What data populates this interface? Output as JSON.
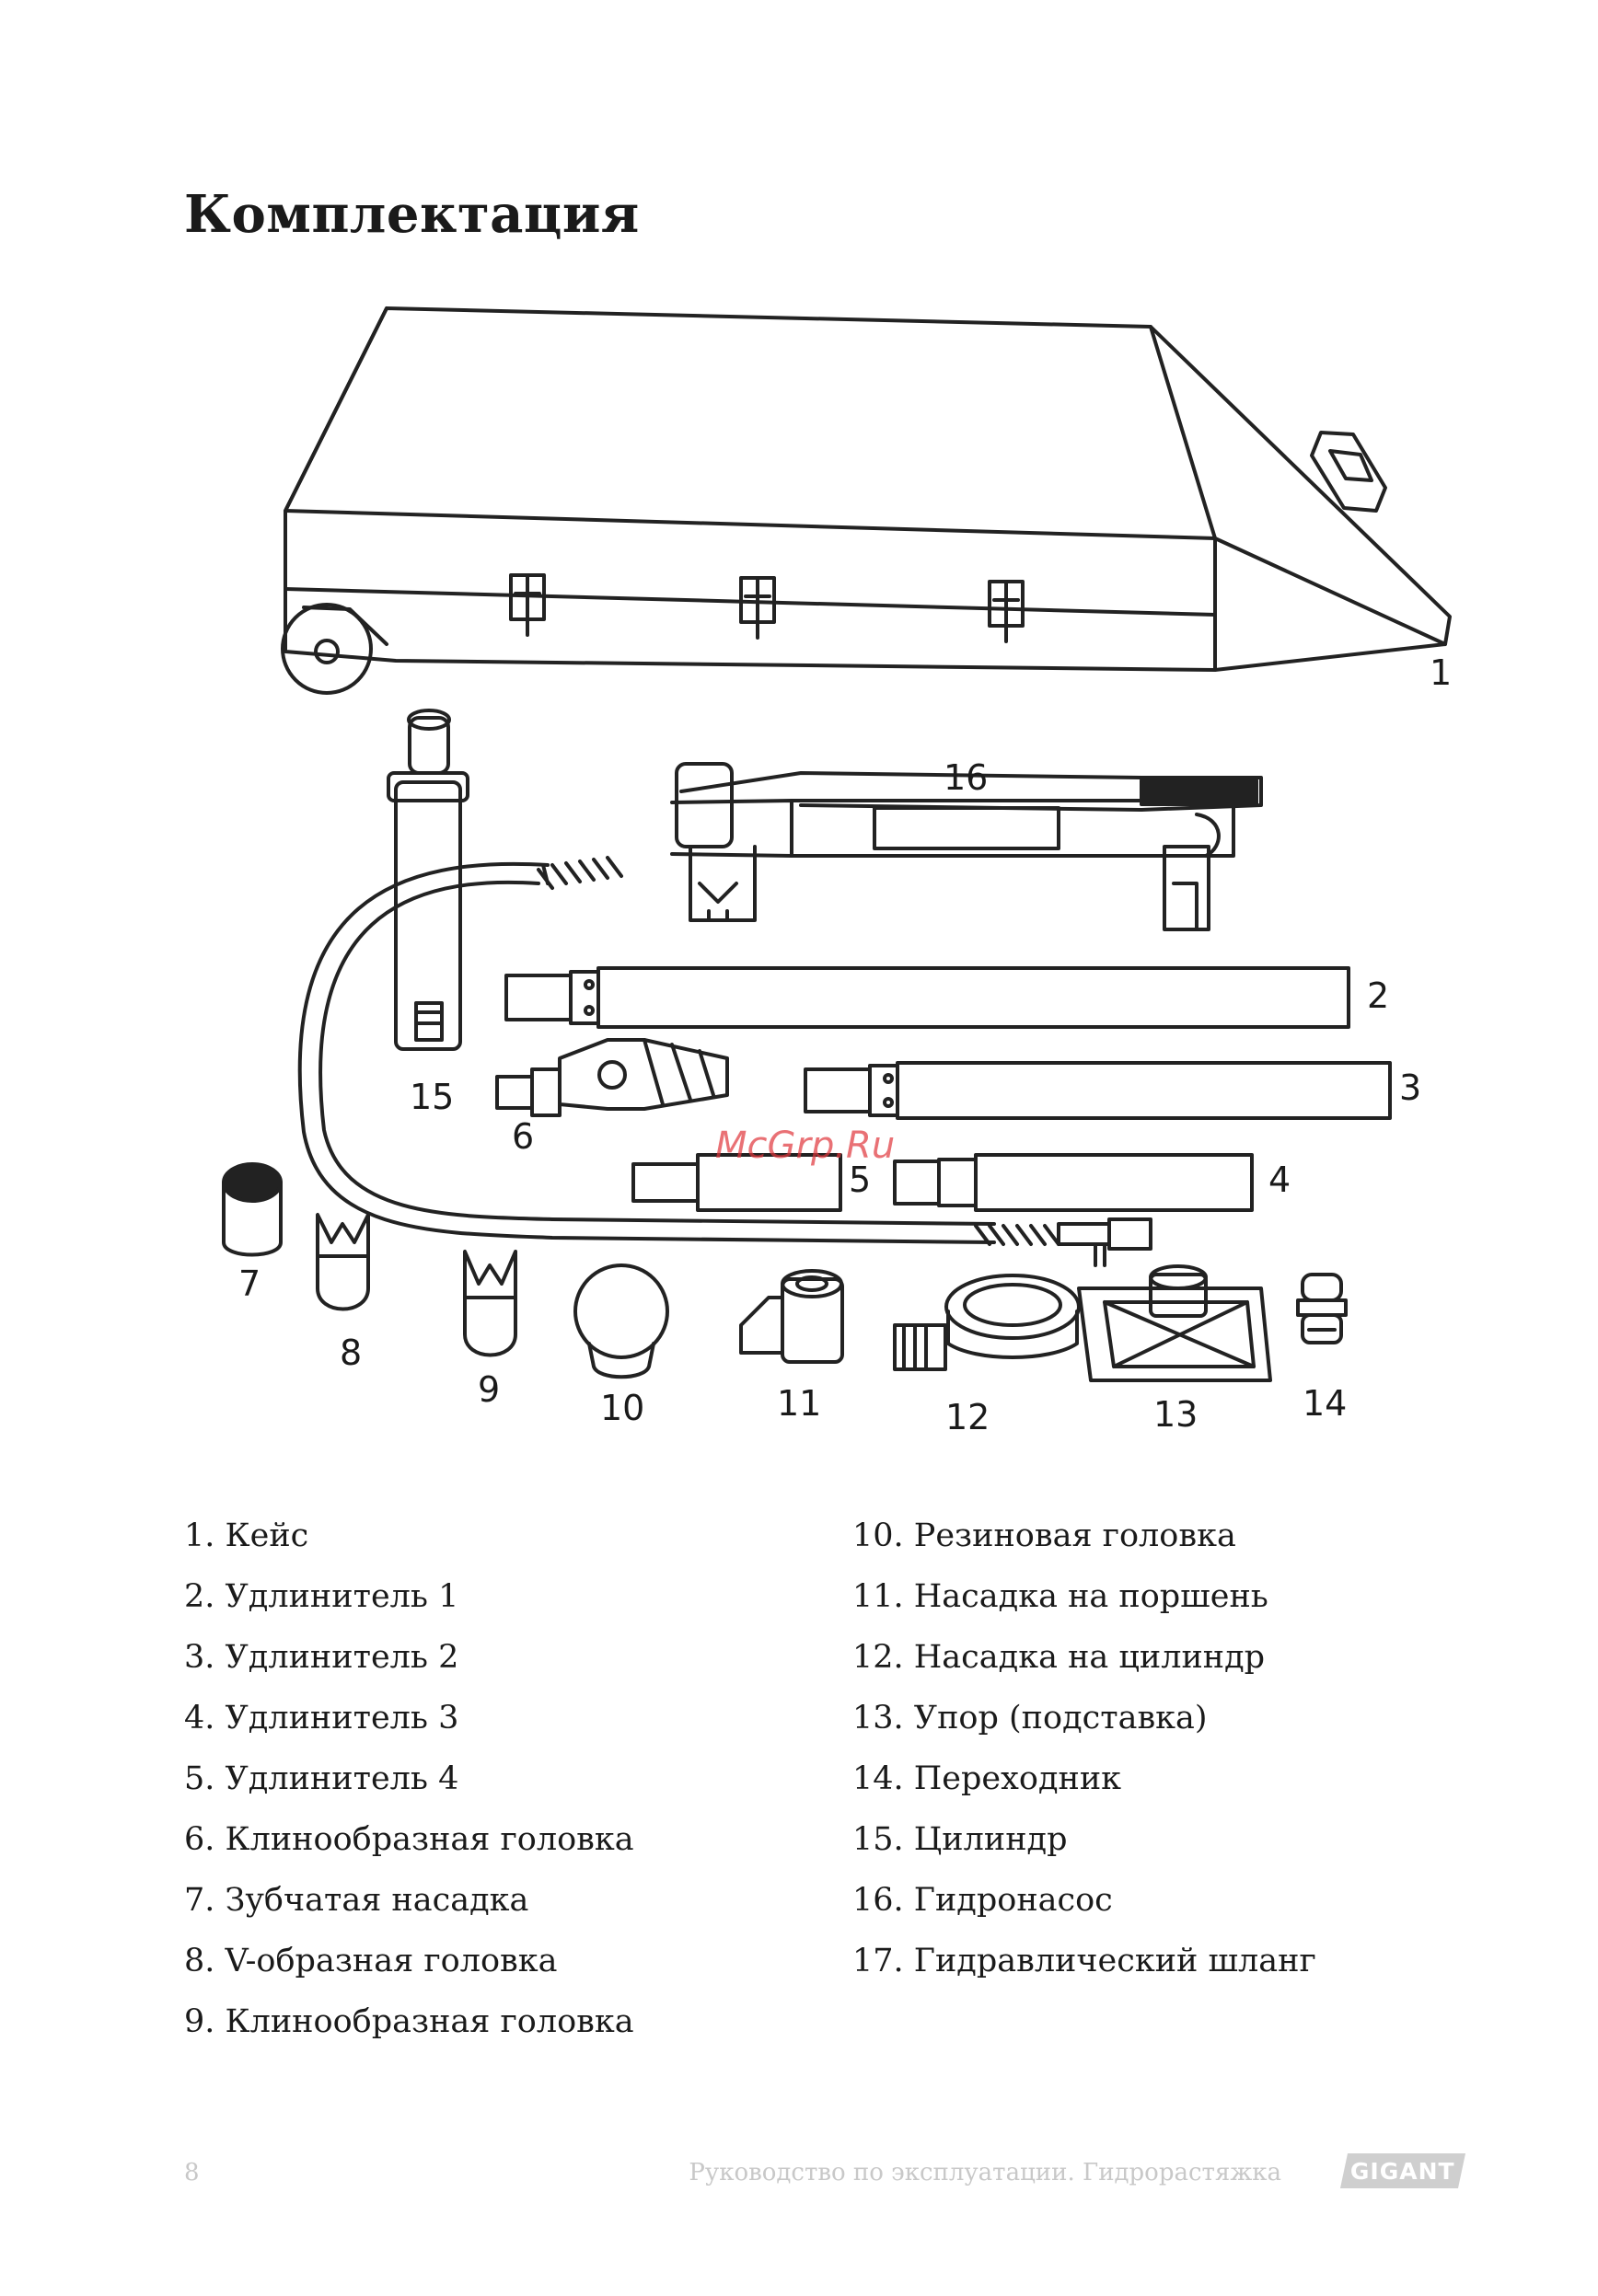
{
  "title": "Комплектация",
  "watermark": "McGrp.Ru",
  "callouts": [
    "1",
    "2",
    "3",
    "4",
    "5",
    "6",
    "7",
    "8",
    "9",
    "10",
    "11",
    "12",
    "13",
    "14",
    "15",
    "16"
  ],
  "parts": {
    "left": [
      "1. Кейс",
      "2. Удлинитель 1",
      "3. Удлинитель 2",
      "4. Удлинитель 3",
      "5. Удлинитель 4",
      "6. Клинообразная головка",
      "7. Зубчатая насадка",
      "8. V-образная головка",
      "9. Клинообразная головка"
    ],
    "right": [
      "10. Резиновая головка",
      "11. Насадка на поршень",
      "12. Насадка на цилиндр",
      "13. Упор (подставка)",
      "14. Переходник",
      "15. Цилиндр",
      "16. Гидронасос",
      "17. Гидравлический шланг"
    ]
  },
  "footer": {
    "page_number": "8",
    "doc_title": "Руководство по эксплуатации. Гидрорастяжка",
    "brand": "GIGANT"
  },
  "colors": {
    "text": "#1a1a1a",
    "line": "#222222",
    "footer_text": "#c8c8c8",
    "watermark": "#e0343a"
  }
}
